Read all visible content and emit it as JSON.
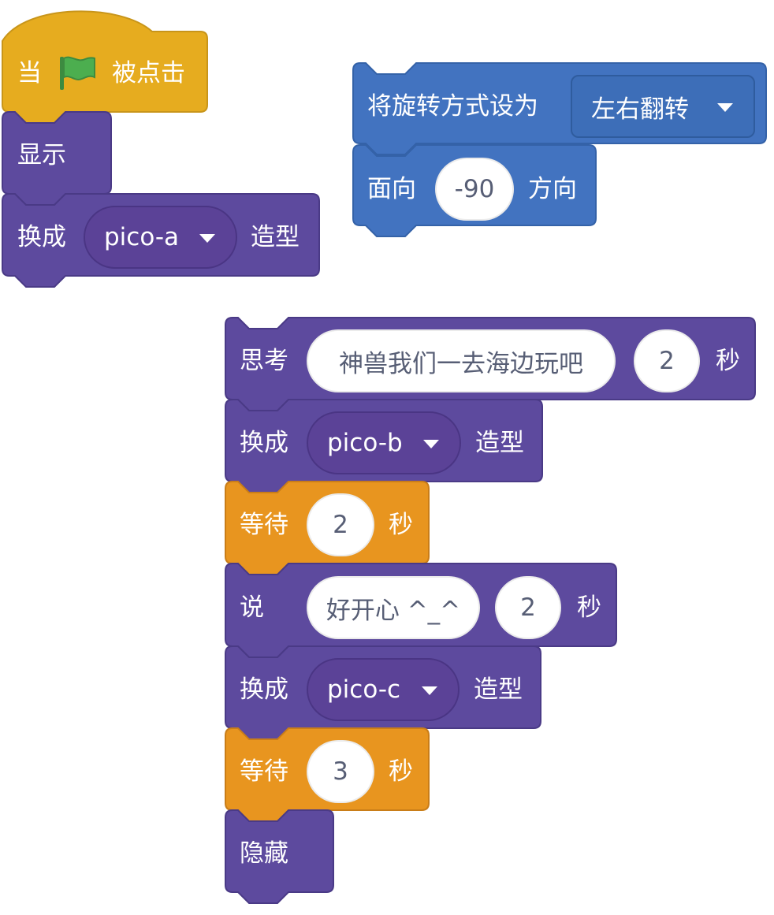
{
  "colors": {
    "events": "#e6ac1f",
    "events_edge": "#c8951a",
    "looks": "#5d4a9e",
    "looks_edge": "#4a3a86",
    "control": "#e8951f",
    "control_edge": "#c97d18",
    "motion": "#4273c0",
    "motion_edge": "#3462a8",
    "flag": "#4cae4f"
  },
  "script_main": {
    "hat": {
      "before_flag": "当",
      "after_flag": "被点击",
      "icon": "green-flag-icon"
    },
    "show": {
      "label": "显示"
    },
    "switch_costume": {
      "label": "换成",
      "costume": "pico-a",
      "suffix": "造型"
    }
  },
  "script_motion": {
    "rotation_style": {
      "label": "将旋转方式设为",
      "value": "左右翻转"
    },
    "point_direction": {
      "label": "面向",
      "value": "-90",
      "suffix": "方向"
    }
  },
  "script_sequence": {
    "think": {
      "label": "思考",
      "message": "神兽我们一去海边玩吧",
      "seconds": "2",
      "unit": "秒"
    },
    "switch_b": {
      "label": "换成",
      "costume": "pico-b",
      "suffix": "造型"
    },
    "wait_1": {
      "label": "等待",
      "seconds": "2",
      "unit": "秒"
    },
    "say": {
      "label": "说",
      "message": "好开心 ^_^",
      "seconds": "2",
      "unit": "秒"
    },
    "switch_c": {
      "label": "换成",
      "costume": "pico-c",
      "suffix": "造型"
    },
    "wait_2": {
      "label": "等待",
      "seconds": "3",
      "unit": "秒"
    },
    "hide": {
      "label": "隐藏"
    }
  }
}
